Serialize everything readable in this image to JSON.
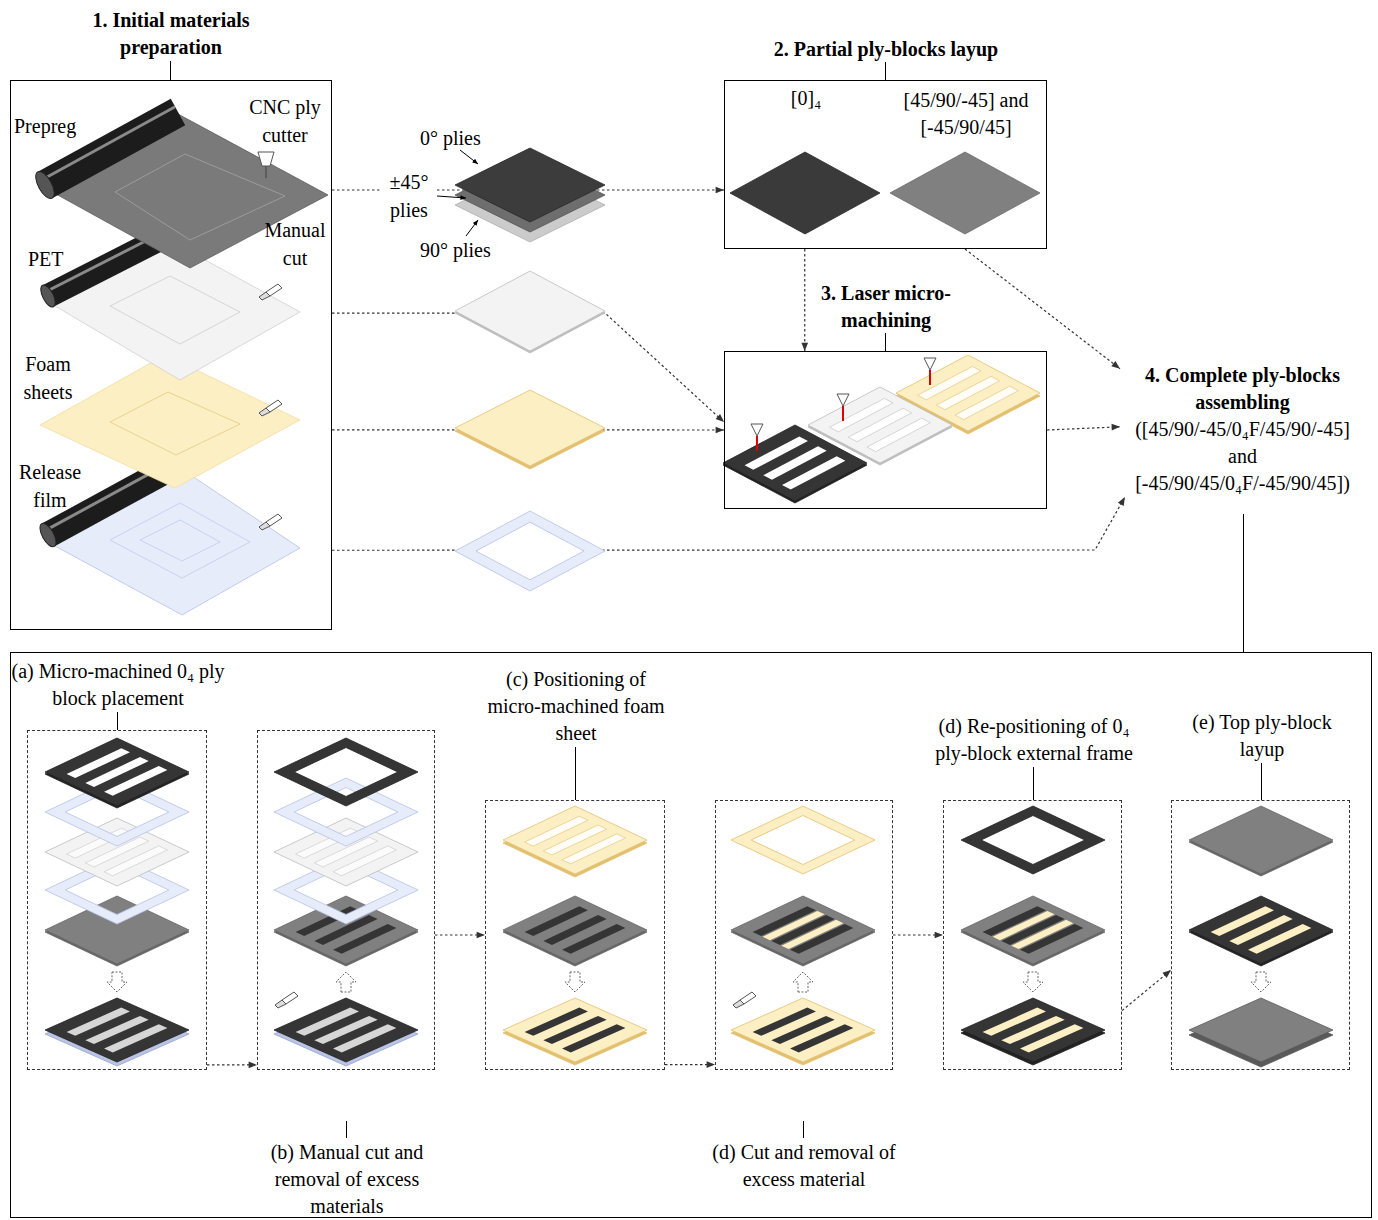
{
  "diagram": {
    "nodes": [
      {
        "text": [
          "1. Initial materials preparation"
        ]
      },
      {
        "text": [
          "2. Partial ply-blocks layup",
          "[0]₄",
          "[45/90/-45] and [-45/90/45]"
        ]
      },
      {
        "text": [
          "3. Laser micro-machining"
        ]
      },
      {
        "text": [
          "4. Complete ply-blocks assembling",
          "([45/90/-45/0₄F/45/90/-45] and [-45/90/45/0₄F/-45/90/45])"
        ]
      },
      {
        "text": [
          "(a) Micro-machined 0₄ ply block placement"
        ]
      },
      {
        "text": [
          "(b) Manual cut and removal of excess materials"
        ]
      },
      {
        "text": [
          "(c) Positioning of micro-machined foam sheet"
        ]
      },
      {
        "text": [
          "(d) Cut and removal of excess material"
        ]
      },
      {
        "text": [
          "(d) Re-positioning of 0₄ ply-block external frame"
        ]
      },
      {
        "text": [
          "(e) Top ply-block layup"
        ]
      }
    ],
    "edges": [
      {
        "from": 0,
        "to": 1,
        "arrow": "to"
      },
      {
        "from": 0,
        "to": 2,
        "arrow": "to"
      },
      {
        "from": 0,
        "to": 2,
        "arrow": "to"
      },
      {
        "from": 1,
        "to": 2,
        "arrow": "to"
      },
      {
        "from": 1,
        "to": 3,
        "arrow": "to"
      },
      {
        "from": 2,
        "to": 3,
        "arrow": "to"
      },
      {
        "from": 0,
        "to": 3,
        "arrow": "to"
      },
      {
        "from": 4,
        "to": 5,
        "arrow": "to"
      },
      {
        "from": 5,
        "to": 6,
        "arrow": "to"
      },
      {
        "from": 6,
        "to": 7,
        "arrow": "to"
      },
      {
        "from": 7,
        "to": 8,
        "arrow": "to"
      },
      {
        "from": 8,
        "to": 9,
        "arrow": "to"
      }
    ],
    "labels": [
      "Prepreg",
      "CNC ply cutter",
      "Manual cut",
      "PET",
      "Foam sheets",
      "Release film",
      "0° plies",
      "±45° plies",
      "90° plies"
    ]
  }
}
